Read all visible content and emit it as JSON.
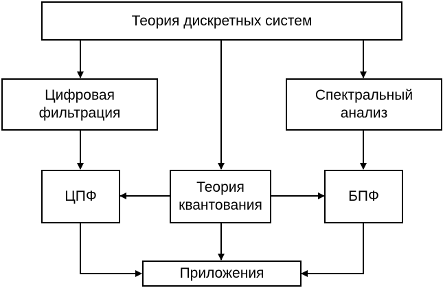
{
  "diagram": {
    "nodes": {
      "theory": {
        "lines": [
          "Теория дискретных систем"
        ]
      },
      "filtering": {
        "lines": [
          "Цифровая",
          "фильтрация"
        ]
      },
      "spectral": {
        "lines": [
          "Спектральный",
          "анализ"
        ]
      },
      "dsp": {
        "lines": [
          "ЦПФ"
        ]
      },
      "quant": {
        "lines": [
          "Теория",
          "квантования"
        ]
      },
      "fft": {
        "lines": [
          "БПФ"
        ]
      },
      "apps": {
        "lines": [
          "Приложения"
        ]
      }
    },
    "edges": [
      {
        "from": "theory",
        "to": "filtering"
      },
      {
        "from": "theory",
        "to": "quant"
      },
      {
        "from": "theory",
        "to": "spectral"
      },
      {
        "from": "filtering",
        "to": "dsp"
      },
      {
        "from": "spectral",
        "to": "fft"
      },
      {
        "from": "quant",
        "to": "dsp"
      },
      {
        "from": "quant",
        "to": "fft"
      },
      {
        "from": "quant",
        "to": "apps"
      },
      {
        "from": "dsp",
        "to": "apps"
      },
      {
        "from": "fft",
        "to": "apps"
      }
    ],
    "colors": {
      "stroke": "#000000",
      "fill": "#ffffff",
      "text": "#000000"
    }
  }
}
